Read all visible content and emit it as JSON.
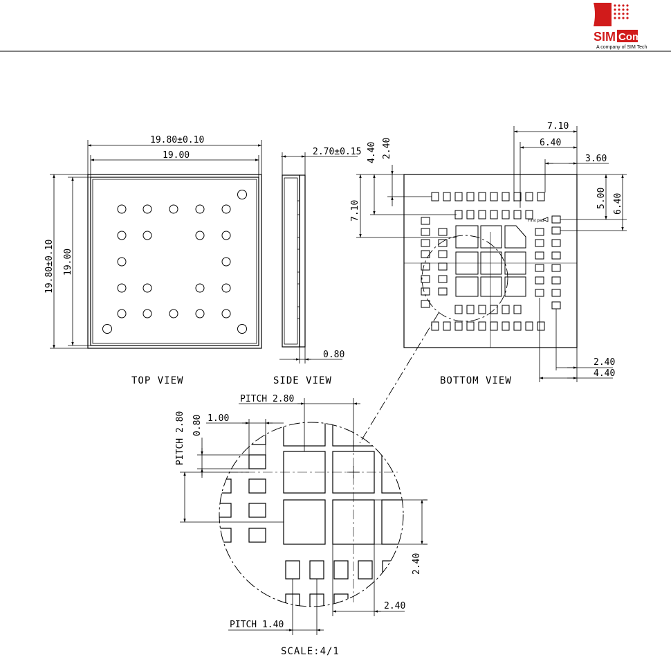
{
  "logo": {
    "word_left": "SIM",
    "word_right": "Com",
    "tagline": "A company of SIM Tech",
    "brand_color": "#d11b1b"
  },
  "top_view": {
    "caption": "TOP VIEW",
    "dim_outer_width": "19.80±0.10",
    "dim_inner_width": "19.00",
    "dim_outer_height": "19.80±0.10",
    "dim_inner_height": "19.00"
  },
  "side_view": {
    "caption": "SIDE VIEW",
    "dim_thickness": "2.70±0.15",
    "dim_pad": "0.80"
  },
  "bottom_view": {
    "caption": "BOTTOM VIEW",
    "dim_top_710": "7.10",
    "dim_top_640": "6.40",
    "dim_top_360": "3.60",
    "dim_left_440": "4.40",
    "dim_left_240": "2.40",
    "dim_left_710": "7.10",
    "dim_right_500": "5.00",
    "dim_right_640": "6.40",
    "dim_bottom_240": "2.40",
    "dim_bottom_440": "4.40",
    "first_pad_label": "First pad"
  },
  "detail_view": {
    "caption": "SCALE:4/1",
    "dim_pitch_top": "PITCH 2.80",
    "dim_pitch_left": "PITCH 2.80",
    "dim_100": "1.00",
    "dim_080": "0.80",
    "dim_right_240": "2.40",
    "dim_bottom_240": "2.40",
    "dim_pitch_bottom": "PITCH 1.40"
  }
}
